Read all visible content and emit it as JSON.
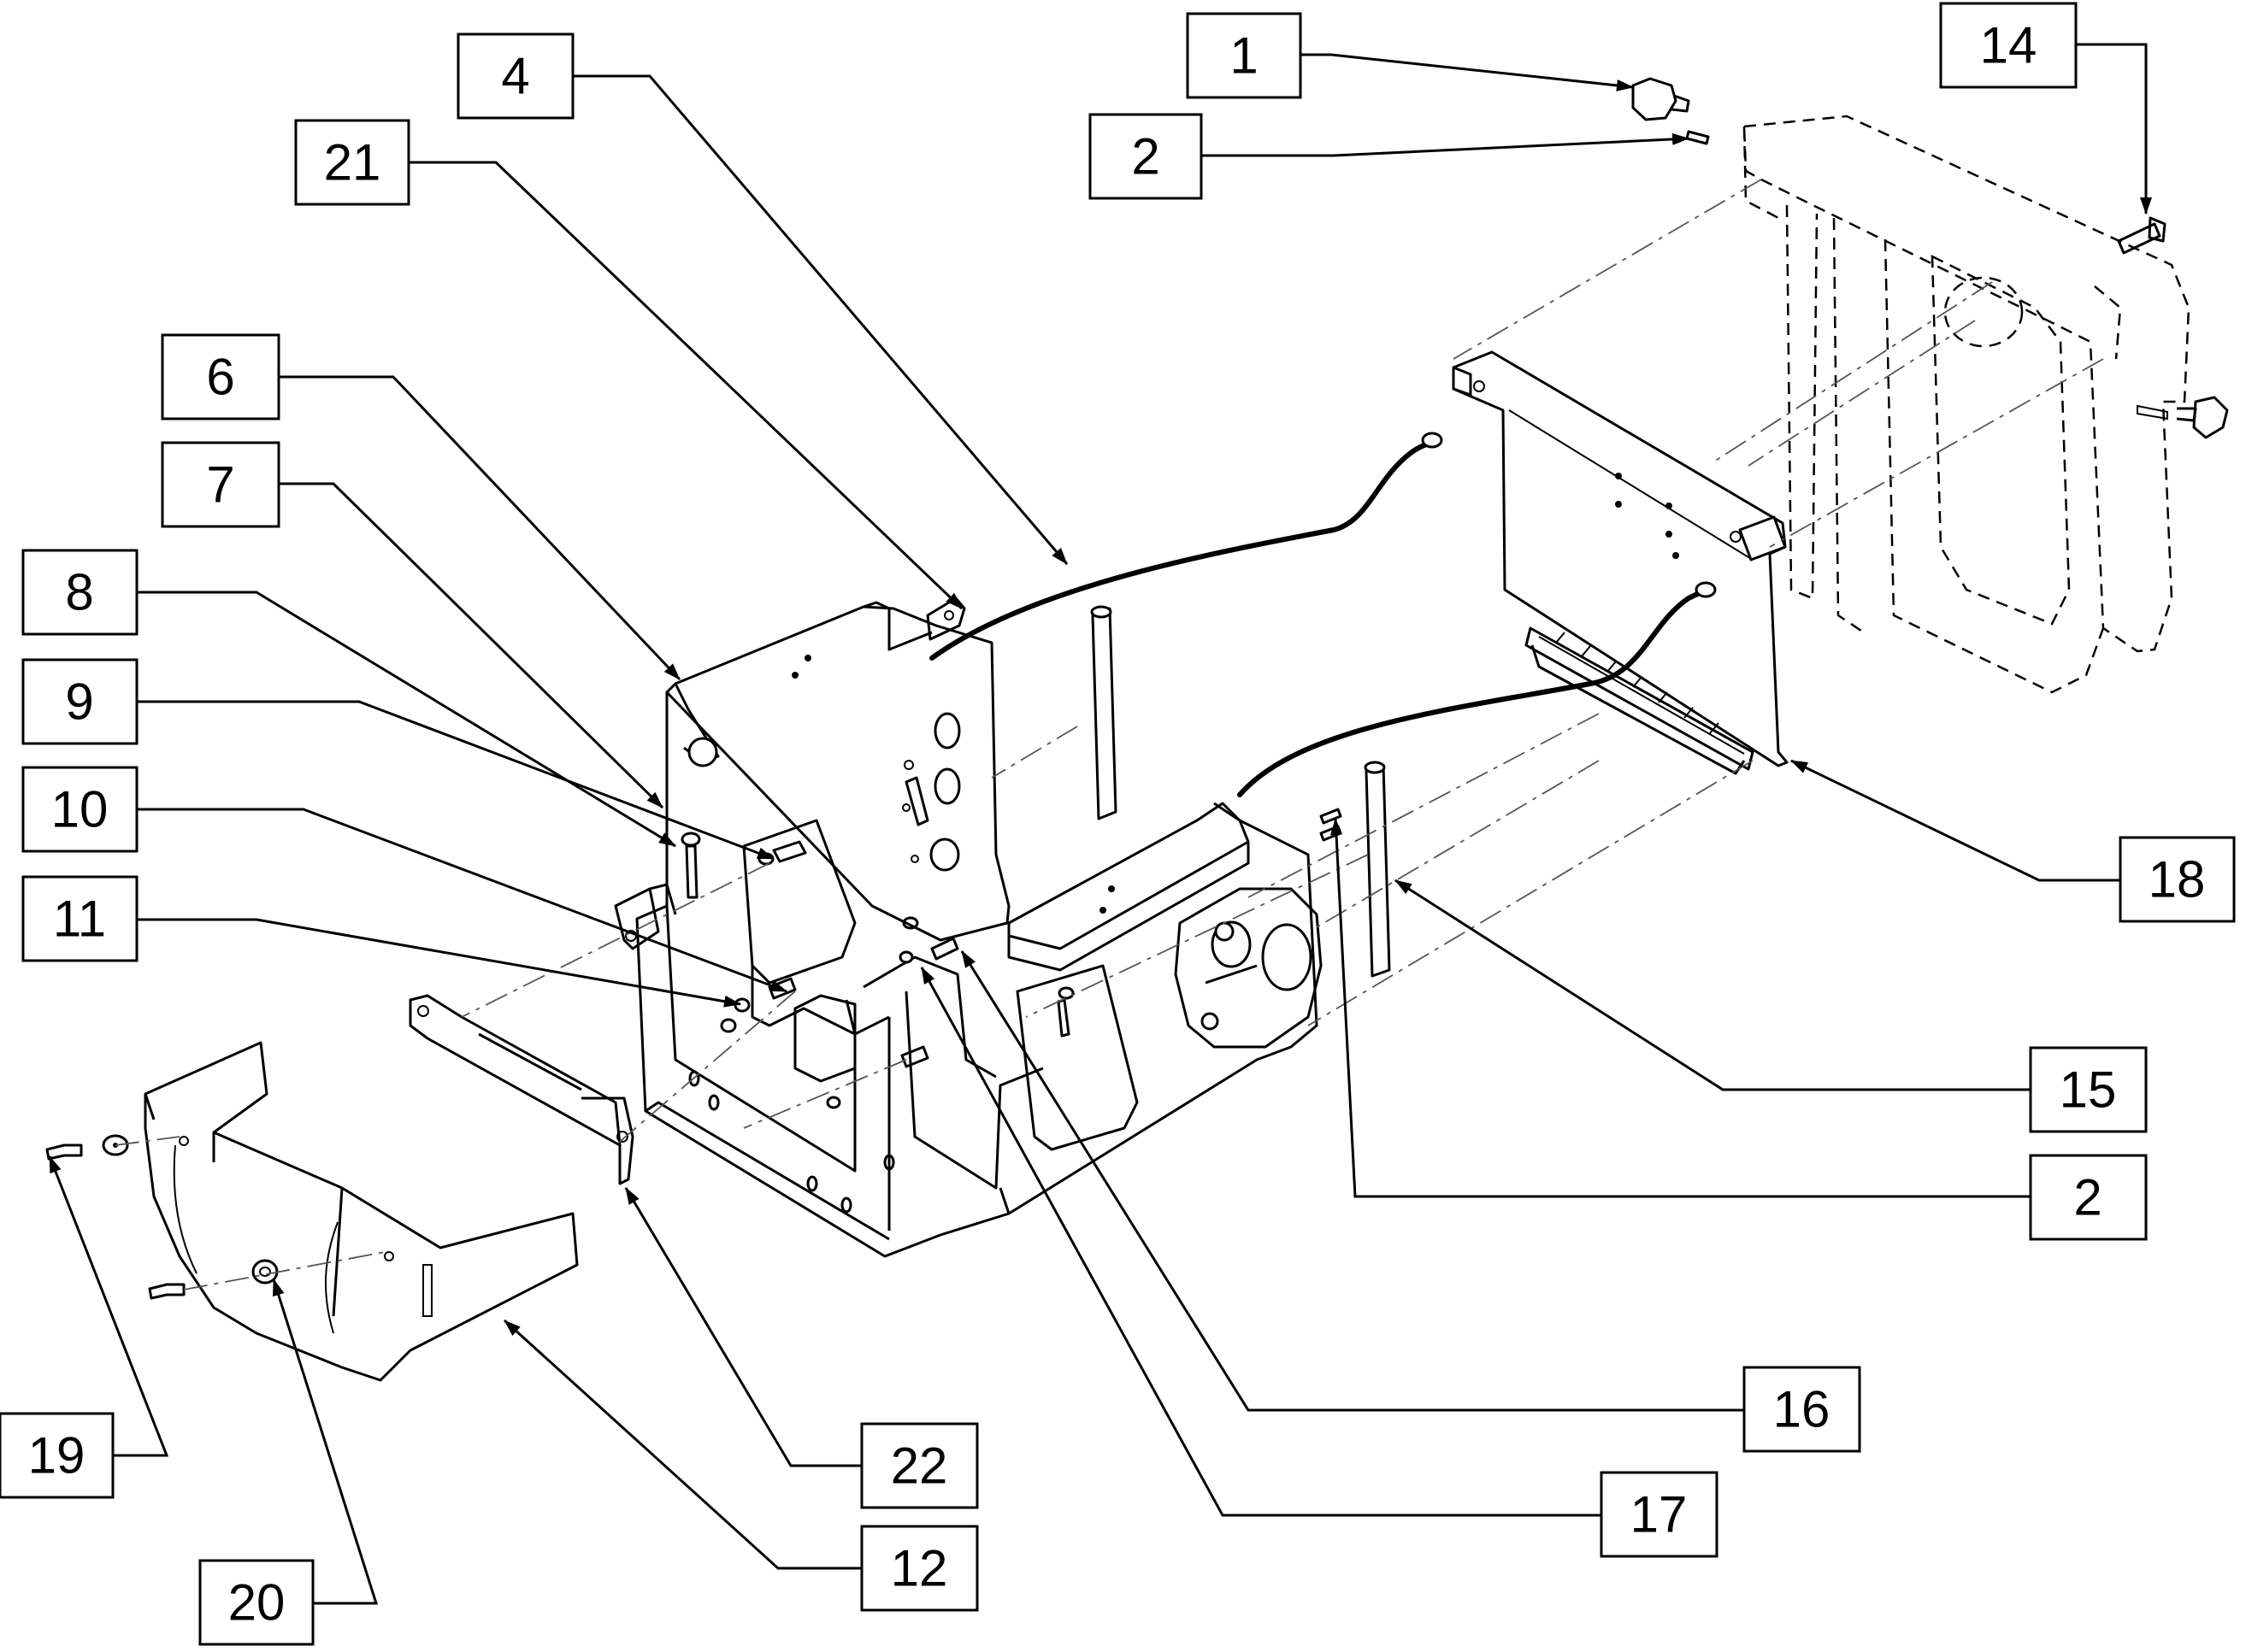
{
  "diagram": {
    "callouts": [
      {
        "id": "c1",
        "label": "1"
      },
      {
        "id": "c2a",
        "label": "2"
      },
      {
        "id": "c14",
        "label": "14"
      },
      {
        "id": "c4",
        "label": "4"
      },
      {
        "id": "c21",
        "label": "21"
      },
      {
        "id": "c6",
        "label": "6"
      },
      {
        "id": "c7",
        "label": "7"
      },
      {
        "id": "c8",
        "label": "8"
      },
      {
        "id": "c9",
        "label": "9"
      },
      {
        "id": "c10",
        "label": "10"
      },
      {
        "id": "c11",
        "label": "11"
      },
      {
        "id": "c18",
        "label": "18"
      },
      {
        "id": "c15",
        "label": "15"
      },
      {
        "id": "c2b",
        "label": "2"
      },
      {
        "id": "c16",
        "label": "16"
      },
      {
        "id": "c17",
        "label": "17"
      },
      {
        "id": "c19",
        "label": "19"
      },
      {
        "id": "c22",
        "label": "22"
      },
      {
        "id": "c12",
        "label": "12"
      },
      {
        "id": "c20",
        "label": "20"
      }
    ]
  }
}
